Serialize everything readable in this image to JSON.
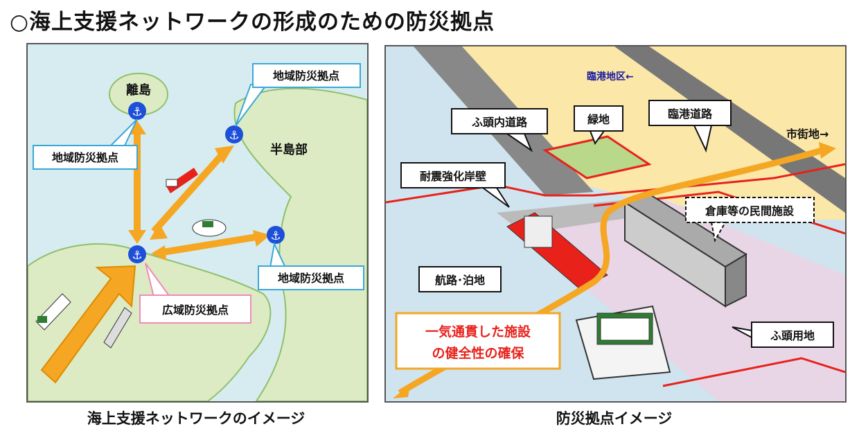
{
  "page_title": "○海上支援ネットワークの形成のための防災拠点",
  "left": {
    "caption": "海上支援ネットワークのイメージ",
    "island_label": "離島",
    "peninsula_label": "半島部",
    "callouts": {
      "regional_top_right": "地域防災拠点",
      "regional_left": "地域防災拠点",
      "regional_bottom_right": "地域防災拠点",
      "wide_area": "広域防災拠点"
    }
  },
  "right": {
    "caption": "防災拠点イメージ",
    "labels": {
      "rinko_district": "臨港地区←",
      "city_area": "市街地→",
      "futo_road": "ふ頭内道路",
      "green": "緑地",
      "rinko_road": "臨港道路",
      "quay_wall": "耐震強化岸壁",
      "warehouse": "倉庫等の民間施設",
      "channel": "航路･泊地",
      "futo_land": "ふ頭用地",
      "emphasis_line1": "一気通貫した施設",
      "emphasis_line2": "の健全性の確保"
    }
  },
  "colors": {
    "sea": "#d6ecf0",
    "land_green": "#dcebc4",
    "arrow_orange": "#f5a623",
    "anchor_blue": "#1d4fd8",
    "boundary_red": "#e8211b",
    "yellow_land": "#fbe7a8"
  },
  "icons": [
    "anchor-icon",
    "ship-icon"
  ]
}
